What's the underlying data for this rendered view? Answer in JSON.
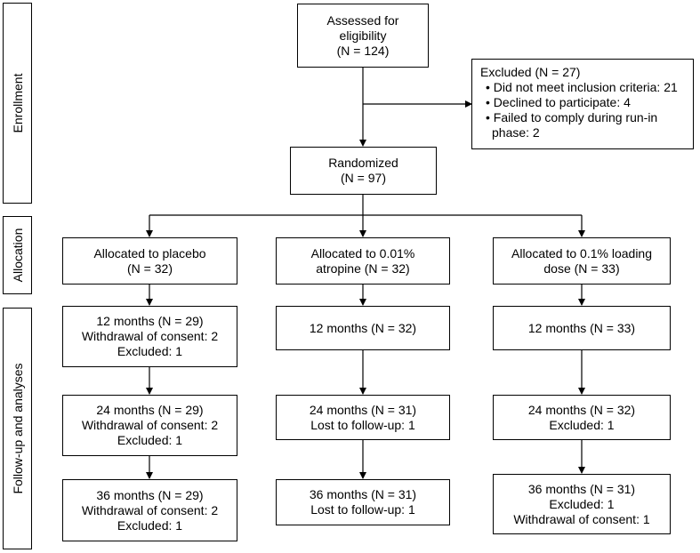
{
  "phases": {
    "enrollment": "Enrollment",
    "allocation": "Allocation",
    "followup": "Follow-up and analyses"
  },
  "assessed": [
    "Assessed for",
    "eligibility",
    "(N = 124)"
  ],
  "excluded": {
    "title": "Excluded (N = 27)",
    "items": [
      "Did not meet inclusion criteria: 21",
      "Declined to participate: 4",
      "Failed to comply during run-in"
    ],
    "continuation": "phase: 2"
  },
  "randomized": [
    "Randomized",
    "(N = 97)"
  ],
  "arms": [
    {
      "allocation": [
        "Allocated to placebo",
        "(N = 32)"
      ],
      "m12": [
        "12 months (N = 29)",
        "Withdrawal of consent: 2",
        "Excluded: 1"
      ],
      "m24": [
        "24 months (N = 29)",
        "Withdrawal of consent: 2",
        "Excluded: 1"
      ],
      "m36": [
        "36 months (N = 29)",
        "Withdrawal of consent: 2",
        "Excluded: 1"
      ]
    },
    {
      "allocation": [
        "Allocated to 0.01%",
        "atropine (N = 32)"
      ],
      "m12": [
        "12 months (N = 32)"
      ],
      "m24": [
        "24 months (N = 31)",
        "Lost to follow-up: 1"
      ],
      "m36": [
        "36 months (N = 31)",
        "Lost to follow-up: 1"
      ]
    },
    {
      "allocation": [
        "Allocated to 0.1% loading",
        "dose (N = 33)"
      ],
      "m12": [
        "12 months (N = 33)"
      ],
      "m24": [
        "24 months (N = 32)",
        "Excluded: 1"
      ],
      "m36": [
        "36 months (N = 31)",
        "Excluded: 1",
        "Withdrawal of consent: 1"
      ]
    }
  ]
}
